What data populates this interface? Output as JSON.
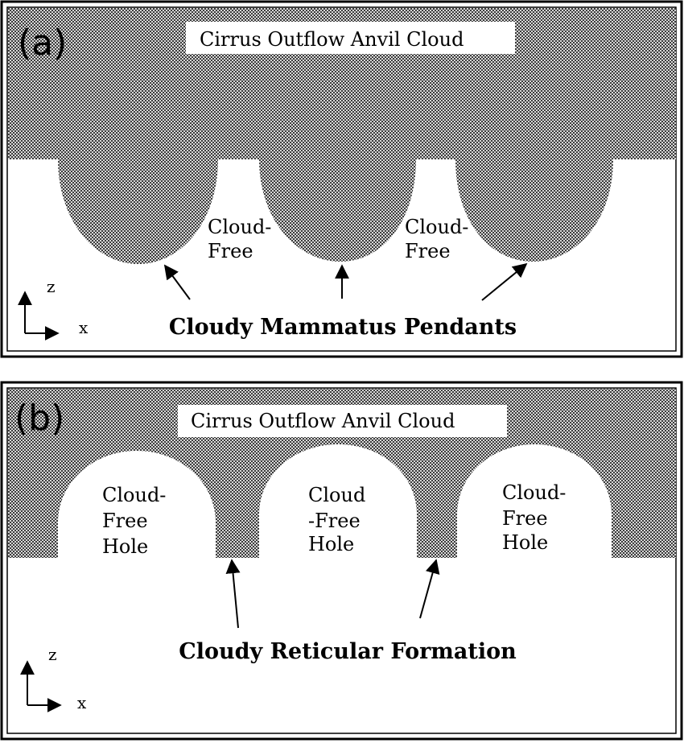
{
  "panels": [
    {
      "letter": "(a)",
      "anvil_label": "Cirrus Outflow Anvil Cloud",
      "gap_labels": [
        {
          "line1": "Cloud-",
          "line2": "Free"
        },
        {
          "line1": "Cloud-",
          "line2": "Free"
        }
      ],
      "caption": "Cloudy Mammatus Pendants",
      "axis": {
        "z": "z",
        "x": "x"
      }
    },
    {
      "letter": "(b)",
      "anvil_label": "Cirrus Outflow Anvil Cloud",
      "hole_labels": [
        {
          "line1": "Cloud-",
          "line2": "Free",
          "line3": "Hole"
        },
        {
          "line1": "Cloud",
          "line2": "-Free",
          "line3": "Hole"
        },
        {
          "line1": "Cloud-",
          "line2": "Free",
          "line3": "Hole"
        }
      ],
      "caption": "Cloudy Reticular Formation",
      "axis": {
        "z": "z",
        "x": "x"
      }
    }
  ],
  "colors": {
    "cloud_dark": "#3c3c3c",
    "cloud_light": "#d8d8d8",
    "frame": "#000000",
    "background": "#ffffff"
  }
}
